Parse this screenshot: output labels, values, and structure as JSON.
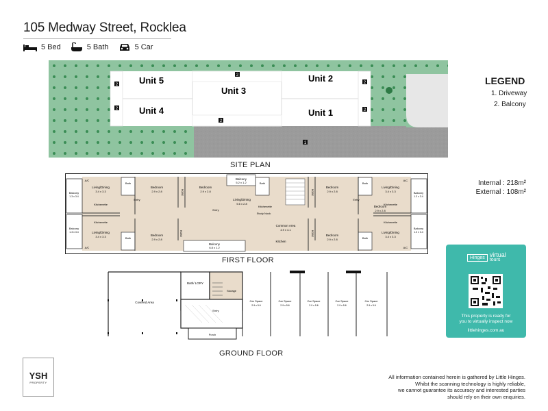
{
  "property": {
    "address": "105 Medway Street, Rocklea",
    "beds": "5 Bed",
    "baths": "5 Bath",
    "cars": "5 Car"
  },
  "site_plan": {
    "caption": "SITE PLAN",
    "units": [
      "Unit 5",
      "Unit 3",
      "Unit 2",
      "Unit 4",
      "Unit 1"
    ],
    "marker_driveway": "1",
    "marker_balcony": "2"
  },
  "legend": {
    "title": "LEGEND",
    "items": [
      "1. Driveway",
      "2. Balcony"
    ]
  },
  "areas": {
    "internal": "Internal  : 218m²",
    "external": "External : 108m²"
  },
  "first_floor": {
    "caption": "FIRST FLOOR",
    "rooms": {
      "living_tl": "Living/Dining",
      "living_tl_dim": "3.4 x 3.3",
      "living_bl": "Living/Dining",
      "living_bl_dim": "3.4 x 3.3",
      "living_tr": "Living/Dining",
      "living_tr_dim": "3.4 x 3.3",
      "living_br": "Living/Dining",
      "living_br_dim": "3.4 x 3.3",
      "living_c": "Living/Dining",
      "living_c_dim": "5.6 x 2.8",
      "bed1": "Bedroom",
      "bed1_dim": "2.9 x 2.8",
      "bed2": "Bedroom",
      "bed2_dim": "2.9 x 2.8",
      "bed3": "Bedroom",
      "bed3_dim": "2.9 x 2.8",
      "bed4": "Bedroom",
      "bed4_dim": "2.9 x 2.8",
      "bed5": "Bedroom",
      "bed5_dim": "2.9 x 2.8",
      "bed6": "Bedroom",
      "bed6_dim": "2.9 x 2.8",
      "common": "Common Area",
      "common_dim": "4.9 x 4.1",
      "balcony_l1": "Balcony",
      "balcony_l1_dim": "1.3 x 3.4",
      "balcony_l2": "Balcony",
      "balcony_l2_dim": "1.3 x 3.4",
      "balcony_r1": "Balcony",
      "balcony_r1_dim": "1.3 x 3.4",
      "balcony_r2": "Balcony",
      "balcony_r2_dim": "1.3 x 3.4",
      "balcony_top": "Balcony",
      "balcony_top_dim": "5.2 x 1.2",
      "balcony_bottom": "Balcony",
      "balcony_bottom_dim": "6.8 x 1.2",
      "kitchenette": "Kitchenette",
      "kitchen": "Kitchen",
      "study": "Study Nook",
      "bath": "Bath",
      "robe": "ROBE",
      "entry": "Entry",
      "ac": "A/C"
    }
  },
  "ground_floor": {
    "caption": "GROUND FLOOR",
    "rooms": {
      "covered": "Covered Area",
      "lift": "Bath/ LGRY",
      "storage": "Storage",
      "entry": "Entry",
      "porch": "Porch",
      "car_space": "Car Space",
      "car_dim": "2.9 x 5.6"
    }
  },
  "virtual_tour": {
    "brand": "Hinges",
    "badge_top": "virtual",
    "badge_bottom": "tours",
    "line1": "This property is ready for",
    "line2": "you to virtually inspect now",
    "url": "littlehinges.com.au"
  },
  "agency": {
    "name": "YSH",
    "sub": "PROPERTY"
  },
  "disclaimer": [
    "All information contained herein is gathered by Little Hinges.",
    "Whilst the scanning technology is highly reliable,",
    "we cannot guarantee its accuracy and interested parties",
    "should rely on their own enquiries."
  ],
  "colors": {
    "grass": "#8fc4a0",
    "driveway": "#9a9a9a",
    "floor": "#e9dccb",
    "card": "#3fb9ab"
  }
}
